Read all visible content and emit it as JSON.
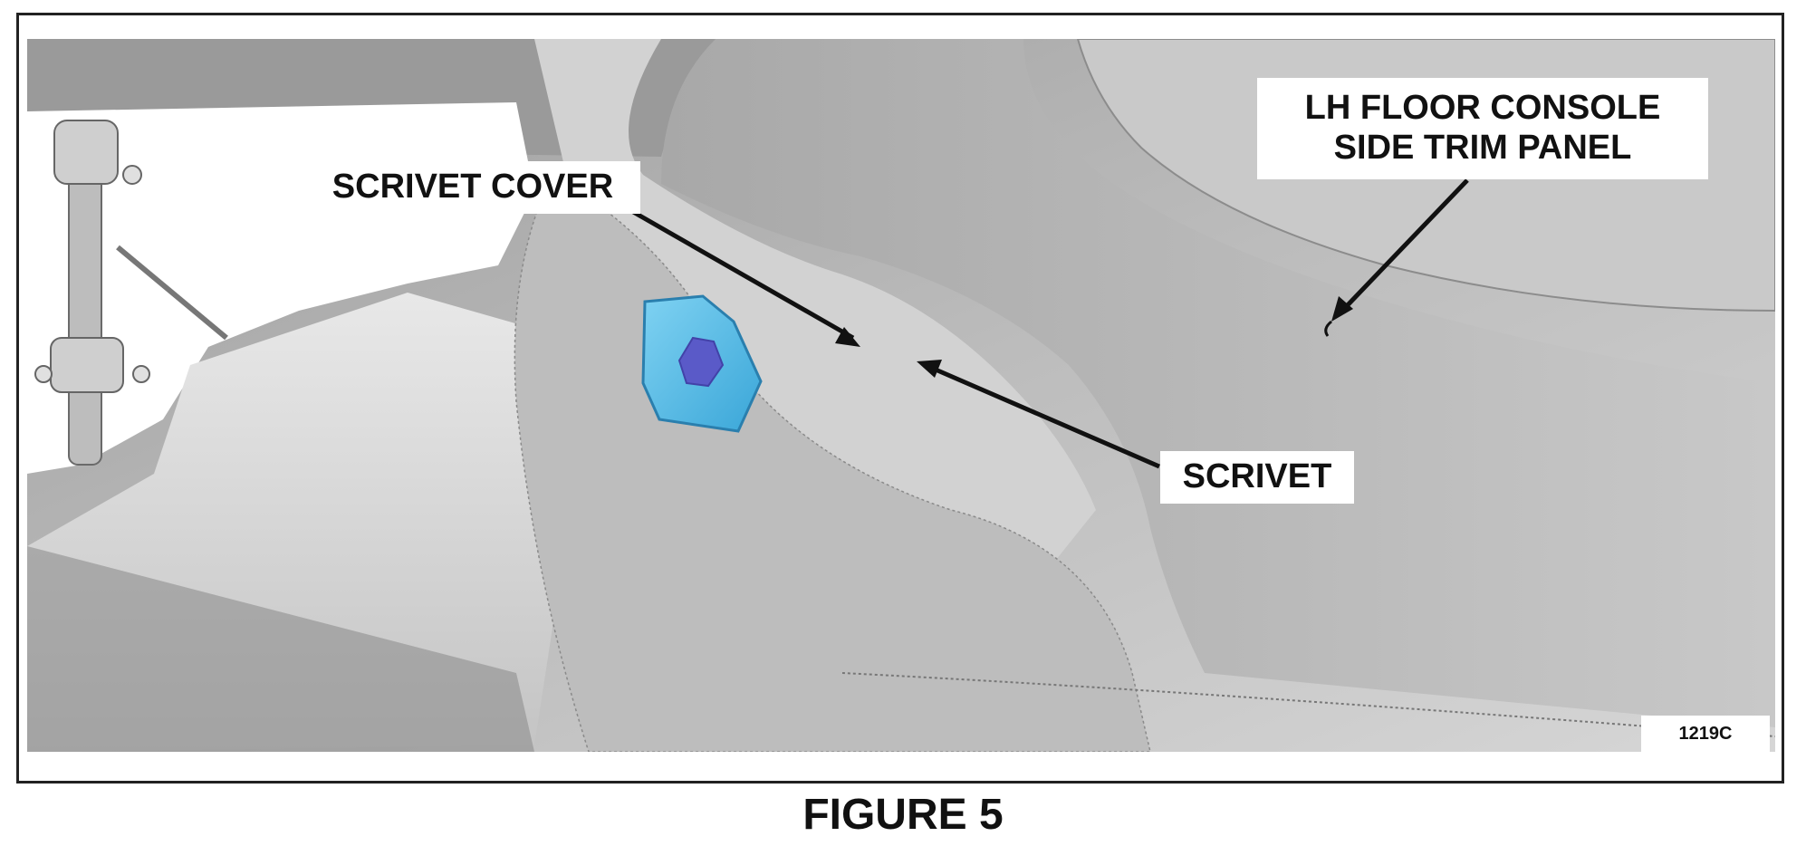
{
  "figure": {
    "caption": "FIGURE 5",
    "image_code": "1219C"
  },
  "callouts": {
    "scrivet_cover": "SCRIVET COVER",
    "side_trim_panel_line1": "LH FLOOR CONSOLE",
    "side_trim_panel_line2": "SIDE TRIM PANEL",
    "scrivet": "SCRIVET"
  },
  "colors": {
    "scrivet_cover": "#4ab8e6",
    "scrivet": "#5a5ac8",
    "frame": "#222222"
  }
}
